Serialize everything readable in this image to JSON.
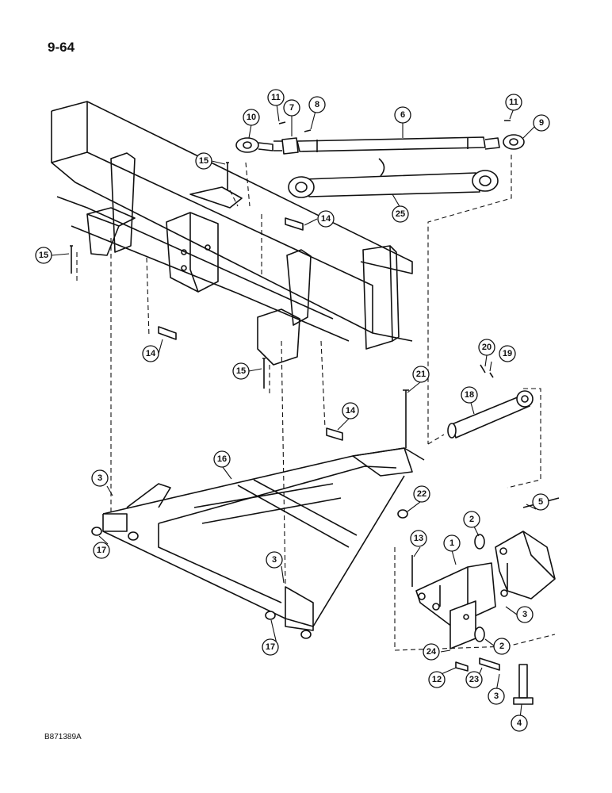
{
  "page": {
    "number": "9-64",
    "figure_code": "B871389A"
  },
  "callouts": [
    {
      "label": "11"
    },
    {
      "label": "7"
    },
    {
      "label": "8"
    },
    {
      "label": "6"
    },
    {
      "label": "11"
    },
    {
      "label": "9"
    },
    {
      "label": "10"
    },
    {
      "label": "15"
    },
    {
      "label": "25"
    },
    {
      "label": "14"
    },
    {
      "label": "15"
    },
    {
      "label": "14"
    },
    {
      "label": "15"
    },
    {
      "label": "20"
    },
    {
      "label": "19"
    },
    {
      "label": "21"
    },
    {
      "label": "18"
    },
    {
      "label": "14"
    },
    {
      "label": "16"
    },
    {
      "label": "3"
    },
    {
      "label": "22"
    },
    {
      "label": "5"
    },
    {
      "label": "2"
    },
    {
      "label": "17"
    },
    {
      "label": "13"
    },
    {
      "label": "1"
    },
    {
      "label": "3"
    },
    {
      "label": "3"
    },
    {
      "label": "2"
    },
    {
      "label": "17"
    },
    {
      "label": "24"
    },
    {
      "label": "12"
    },
    {
      "label": "23"
    },
    {
      "label": "3"
    },
    {
      "label": "4"
    }
  ]
}
